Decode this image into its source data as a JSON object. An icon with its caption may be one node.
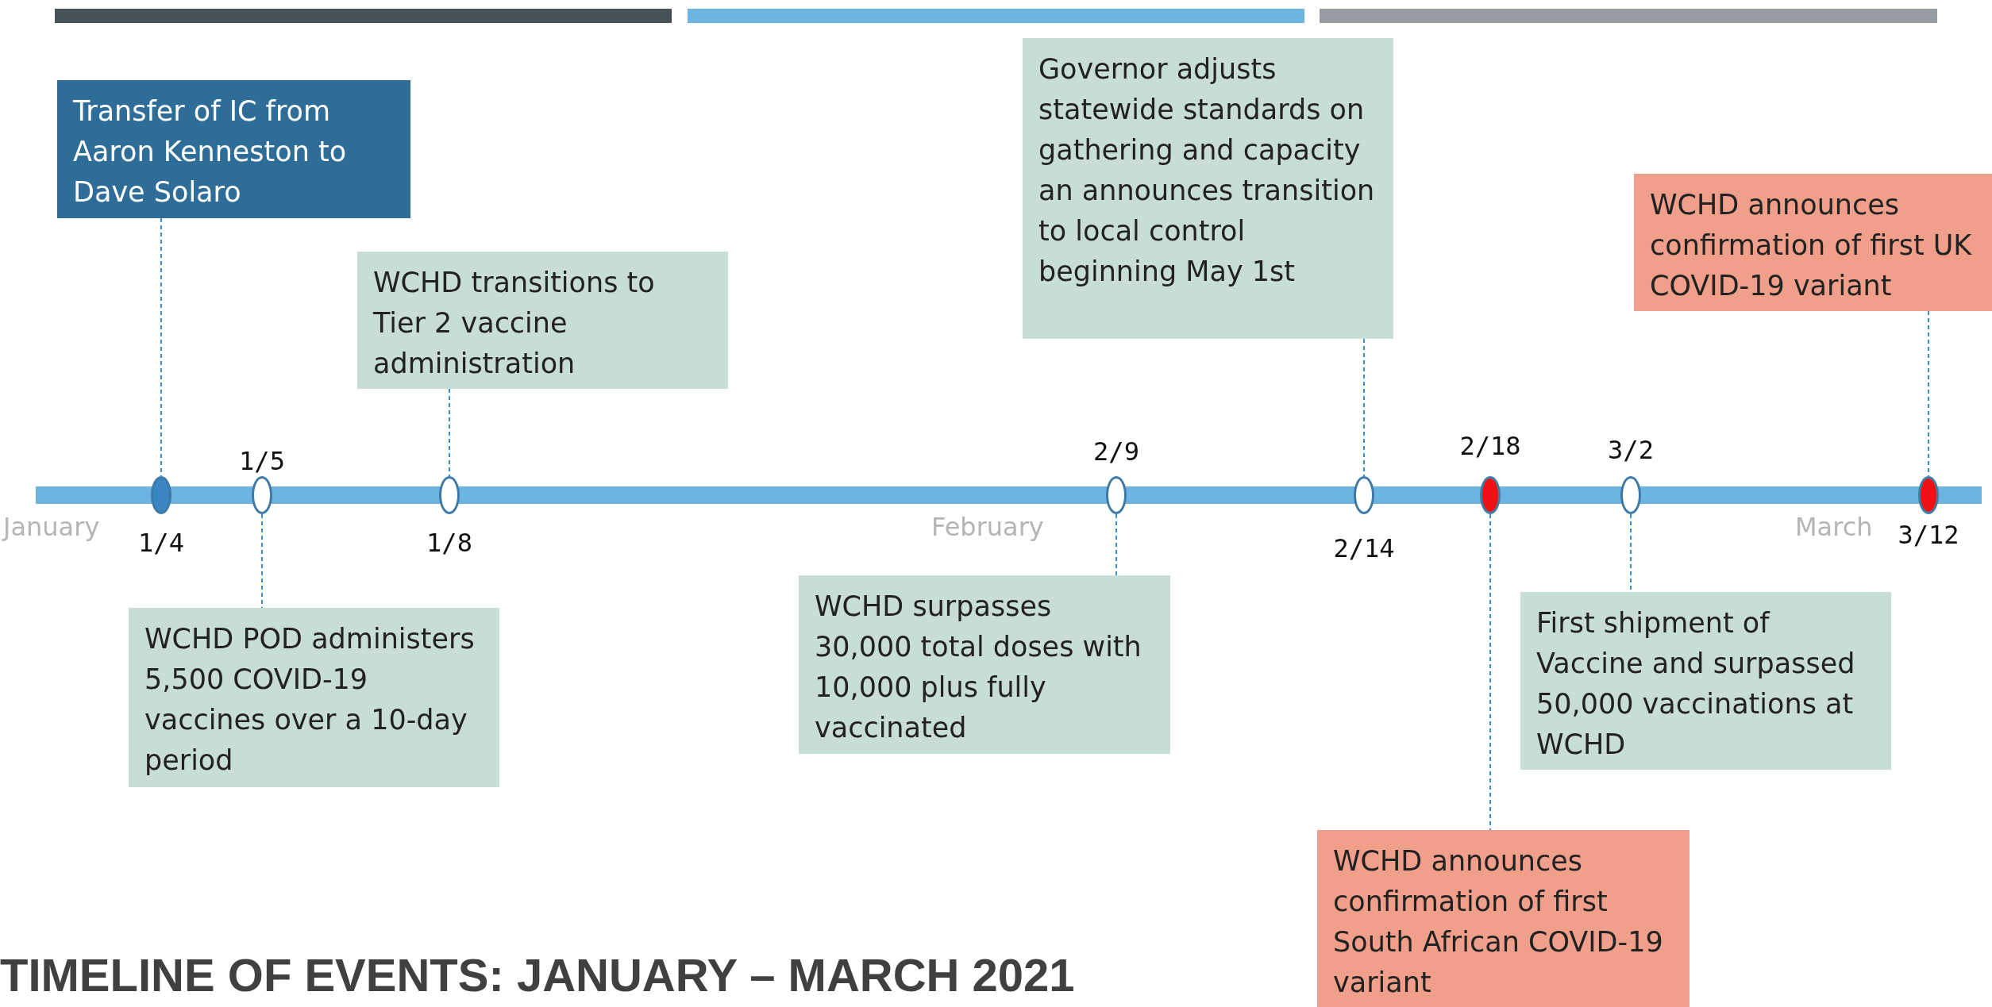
{
  "diagram": {
    "title": "TIMELINE OF EVENTS: JANUARY – MARCH 2021",
    "nodes": [
      {
        "text": [
          "Transfer of IC from Aaron Kenneston to Dave Solaro"
        ]
      },
      {
        "text": [
          "WCHD transitions to Tier 2 vaccine administration"
        ]
      },
      {
        "text": [
          "Governor adjusts statewide standards on gathering and capacity an announces transition to local control beginning May 1st"
        ]
      },
      {
        "text": [
          "WCHD announces confirmation of first UK COVID-19 variant"
        ]
      },
      {
        "text": [],
        "shape": "circle",
        "beside": [
          "1/4"
        ]
      },
      {
        "text": [],
        "shape": "circle",
        "beside": [
          "1/5"
        ]
      },
      {
        "text": [],
        "shape": "circle",
        "beside": [
          "1/8"
        ]
      },
      {
        "text": [],
        "shape": "circle",
        "beside": [
          "2/9"
        ]
      },
      {
        "text": [],
        "shape": "circle",
        "beside": [
          "2/14"
        ]
      },
      {
        "text": [],
        "shape": "circle",
        "beside": [
          "2/18"
        ]
      },
      {
        "text": [],
        "shape": "circle",
        "beside": [
          "3/2"
        ]
      },
      {
        "text": [],
        "shape": "circle",
        "beside": [
          "3/12"
        ]
      },
      {
        "text": [
          "WCHD POD administers 5,500 COVID-19 vaccines over a 10-day period"
        ]
      },
      {
        "text": [
          "WCHD surpasses 30,000 total doses with 10,000 plus fully vaccinated"
        ]
      },
      {
        "text": [
          "First shipment of Vaccine and surpassed 50,000 vaccinations at WCHD"
        ]
      },
      {
        "text": [
          "WCHD announces confirmation of first South African COVID-19 variant"
        ]
      },
      {
        "text": [],
        "shape": "bar"
      }
    ],
    "edges": [
      {
        "from": 0,
        "to": 4,
        "arrow": "none",
        "style": "dashed"
      },
      {
        "from": 1,
        "to": 6,
        "arrow": "none",
        "style": "dashed"
      },
      {
        "from": 2,
        "to": 8,
        "arrow": "none",
        "style": "dashed"
      },
      {
        "from": 3,
        "to": 11,
        "arrow": "none",
        "style": "dashed"
      },
      {
        "from": 5,
        "to": 12,
        "arrow": "none",
        "style": "dashed"
      },
      {
        "from": 7,
        "to": 13,
        "arrow": "none",
        "style": "dashed"
      },
      {
        "from": 10,
        "to": 14,
        "arrow": "none",
        "style": "dashed"
      },
      {
        "from": 9,
        "to": 15,
        "arrow": "none",
        "style": "dashed"
      }
    ],
    "labels": [
      "January",
      "February",
      "March"
    ]
  }
}
